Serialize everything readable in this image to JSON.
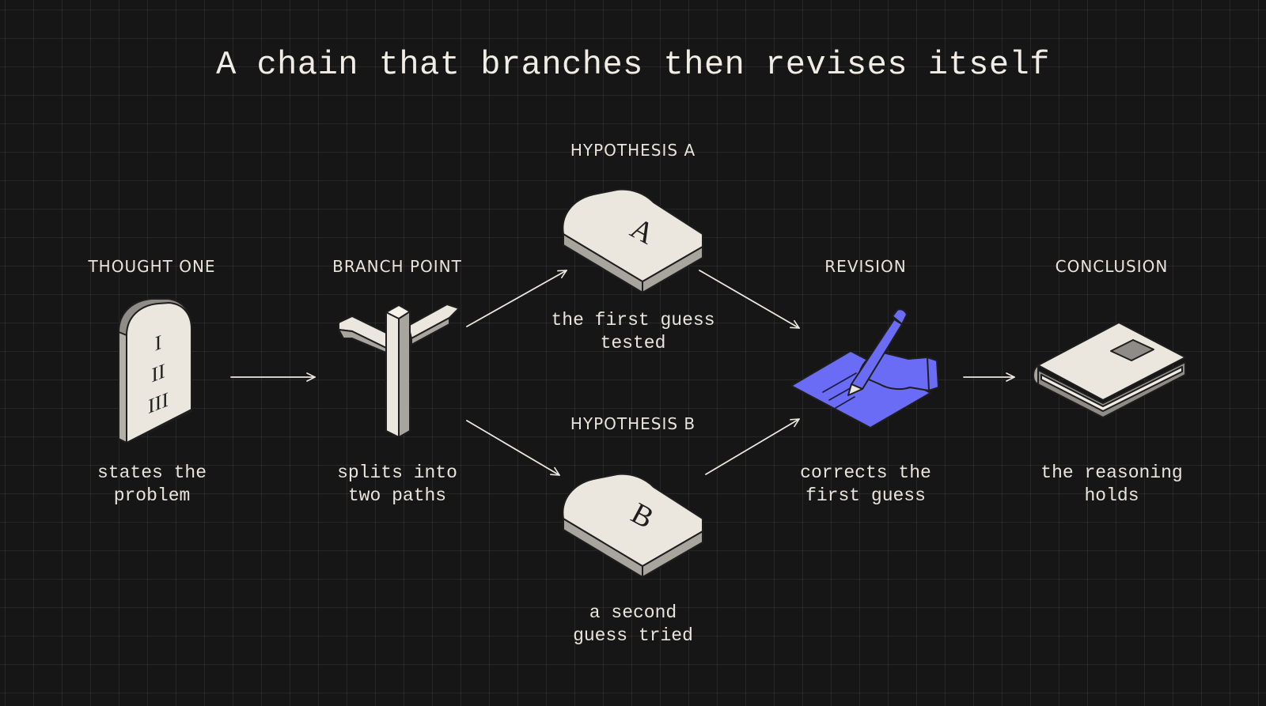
{
  "title": "A chain that branches then revises itself",
  "stages": {
    "thought_one": {
      "label": "THOUGHT ONE",
      "caption": [
        "states the",
        "problem"
      ],
      "icon": "stone-tablet-icon",
      "numerals": [
        "I",
        "II",
        "III"
      ]
    },
    "branch_point": {
      "label": "BRANCH POINT",
      "caption": [
        "splits into",
        "two paths"
      ],
      "icon": "signpost-icon"
    },
    "hypothesis_a": {
      "label": "HYPOTHESIS A",
      "caption": [
        "the first guess",
        "tested"
      ],
      "icon": "tablet-a-icon",
      "letter": "A"
    },
    "hypothesis_b": {
      "label": "HYPOTHESIS B",
      "caption": [
        "a second",
        "guess tried"
      ],
      "icon": "tablet-b-icon",
      "letter": "B"
    },
    "revision": {
      "label": "REVISION",
      "caption": [
        "corrects the",
        "first guess"
      ],
      "icon": "hand-writing-icon"
    },
    "conclusion": {
      "label": "CONCLUSION",
      "caption": [
        "the reasoning",
        "holds"
      ],
      "icon": "book-icon"
    }
  },
  "colors": {
    "background": "#161616",
    "ink": "#ece7df",
    "stone": "#ede8df",
    "stone_shade": "#a8a59f",
    "accent": "#6b6cf6"
  }
}
